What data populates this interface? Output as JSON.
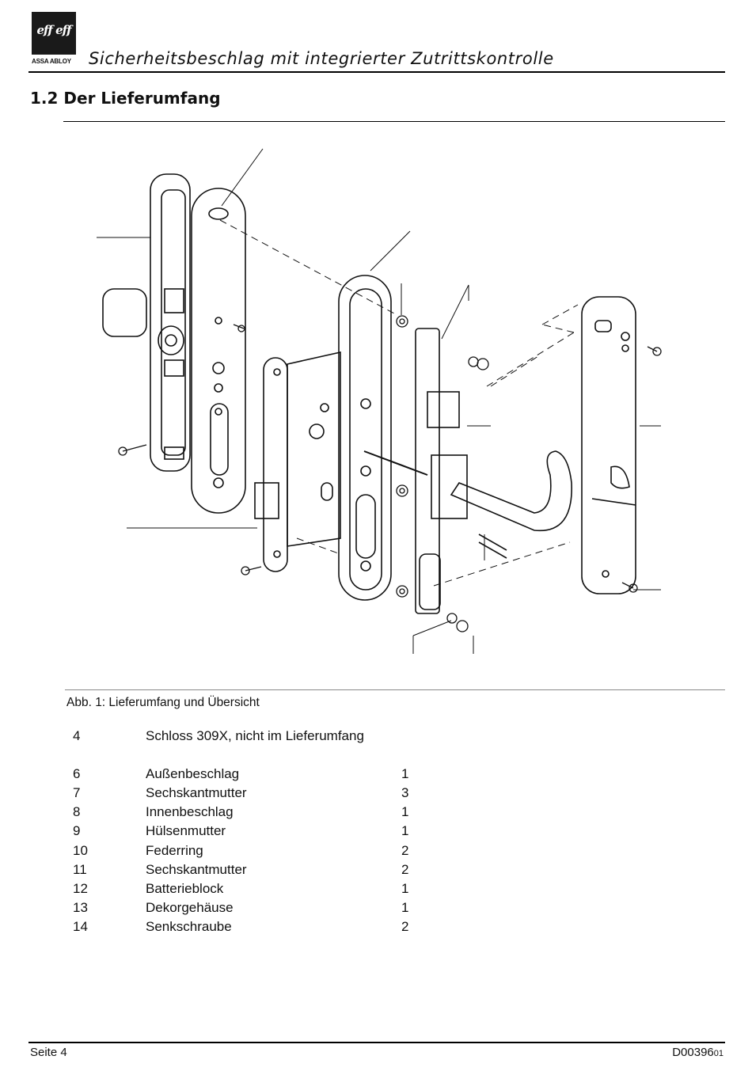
{
  "header": {
    "logo_text": "eff eff",
    "brand": "ASSA ABLOY",
    "title": "Sicherheitsbeschlag mit integrierter Zutrittskontrolle"
  },
  "section": {
    "number": "1.2",
    "title": "Der Lieferumfang"
  },
  "figure": {
    "caption": "Abb. 1: Lieferumfang und Übersicht"
  },
  "parts": [
    {
      "num": "4",
      "name": "Schloss 309X, nicht im Lieferumfang",
      "qty": ""
    },
    {
      "num": "6",
      "name": "Außenbeschlag",
      "qty": "1"
    },
    {
      "num": "7",
      "name": "Sechskantmutter",
      "qty": "3"
    },
    {
      "num": "8",
      "name": "Innenbeschlag",
      "qty": "1"
    },
    {
      "num": "9",
      "name": "Hülsenmutter",
      "qty": "1"
    },
    {
      "num": "10",
      "name": "Federring",
      "qty": "2"
    },
    {
      "num": "11",
      "name": "Sechskantmutter",
      "qty": "2"
    },
    {
      "num": "12",
      "name": "Batterieblock",
      "qty": "1"
    },
    {
      "num": "13",
      "name": "Dekorgehäuse",
      "qty": "1"
    },
    {
      "num": "14",
      "name": "Senkschraube",
      "qty": "2"
    }
  ],
  "footer": {
    "page": "Seite 4",
    "doc_code": "D00396",
    "revision": "01"
  }
}
